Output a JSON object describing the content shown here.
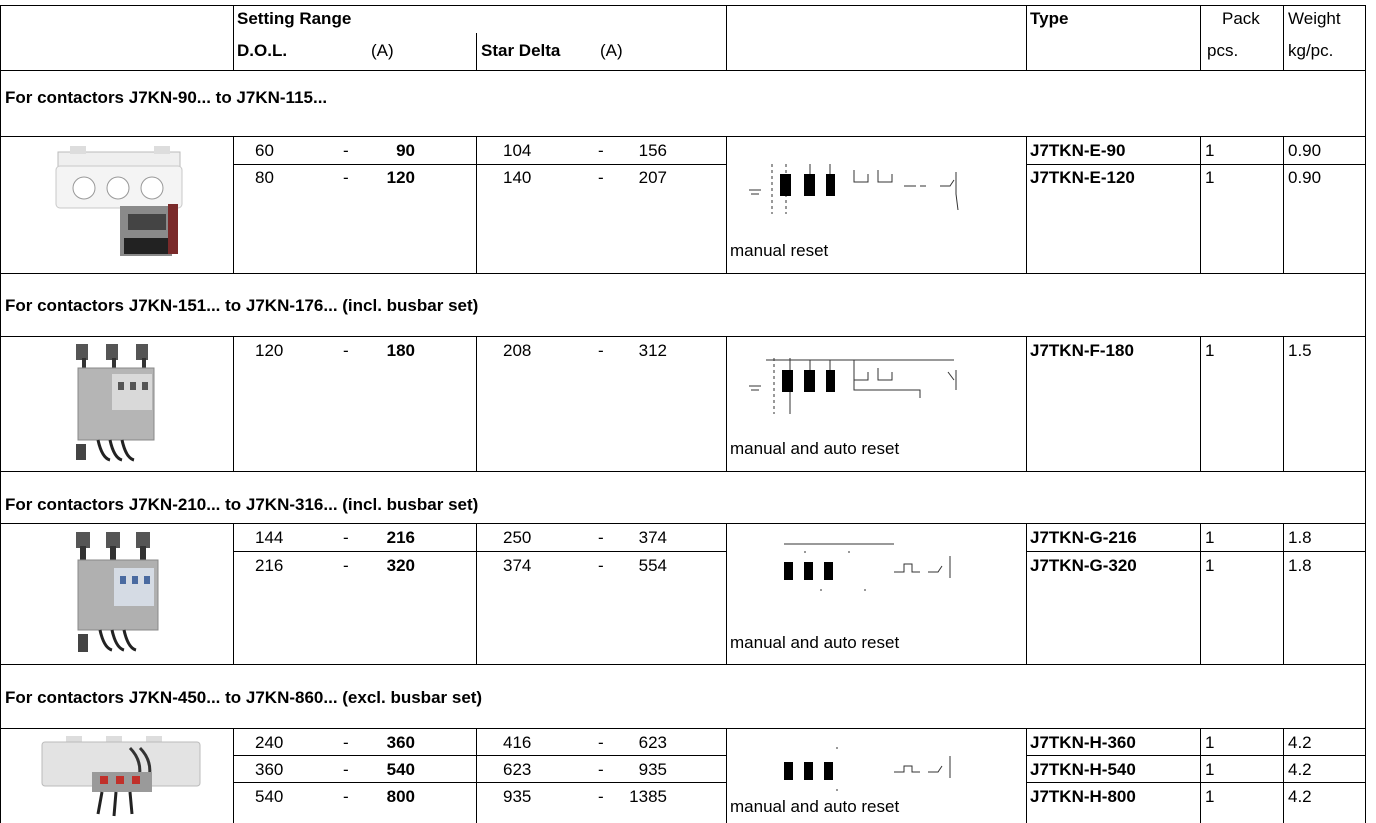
{
  "header": {
    "setting_range": "Setting Range",
    "dol": "D.O.L.",
    "amp1": "(A)",
    "star_delta": "Star Delta",
    "amp2": "(A)",
    "type": "Type",
    "pack": "Pack",
    "pcs": "pcs.",
    "weight": "Weight",
    "kg": "kg/pc."
  },
  "dash": "-",
  "groups": [
    {
      "title": "For contactors J7KN-90... to J7KN-115...",
      "reset": "manual reset",
      "rows": [
        {
          "dol_min": "60",
          "dol_max": "90",
          "sd_min": "104",
          "sd_max": "156",
          "type": "J7TKN-E-90",
          "pack": "1",
          "weight": "0.90"
        },
        {
          "dol_min": "80",
          "dol_max": "120",
          "sd_min": "140",
          "sd_max": "207",
          "type": "J7TKN-E-120",
          "pack": "1",
          "weight": "0.90"
        }
      ]
    },
    {
      "title": "For contactors J7KN-151... to J7KN-176... (incl. busbar set)",
      "reset": "manual and auto reset",
      "rows": [
        {
          "dol_min": "120",
          "dol_max": "180",
          "sd_min": "208",
          "sd_max": "312",
          "type": "J7TKN-F-180",
          "pack": "1",
          "weight": "1.5"
        }
      ]
    },
    {
      "title": "For contactors J7KN-210... to J7KN-316... (incl. busbar set)",
      "reset": "manual and auto reset",
      "rows": [
        {
          "dol_min": "144",
          "dol_max": "216",
          "sd_min": "250",
          "sd_max": "374",
          "type": "J7TKN-G-216",
          "pack": "1",
          "weight": "1.8"
        },
        {
          "dol_min": "216",
          "dol_max": "320",
          "sd_min": "374",
          "sd_max": "554",
          "type": "J7TKN-G-320",
          "pack": "1",
          "weight": "1.8"
        }
      ]
    },
    {
      "title": "For contactors J7KN-450... to J7KN-860... (excl. busbar set)",
      "reset": "manual and auto reset",
      "rows": [
        {
          "dol_min": "240",
          "dol_max": "360",
          "sd_min": "416",
          "sd_max": "623",
          "type": "J7TKN-H-360",
          "pack": "1",
          "weight": "4.2"
        },
        {
          "dol_min": "360",
          "dol_max": "540",
          "sd_min": "623",
          "sd_max": "935",
          "type": "J7TKN-H-540",
          "pack": "1",
          "weight": "4.2"
        },
        {
          "dol_min": "540",
          "dol_max": "800",
          "sd_min": "935",
          "sd_max": "1385",
          "type": "J7TKN-H-800",
          "pack": "1",
          "weight": "4.2"
        }
      ]
    }
  ]
}
